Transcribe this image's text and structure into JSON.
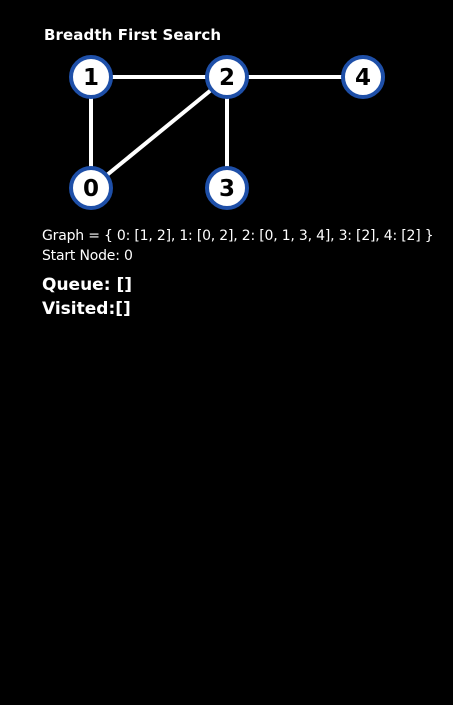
{
  "title": "Breadth First Search",
  "graph": {
    "nodes": [
      {
        "id": "0",
        "label": "0"
      },
      {
        "id": "1",
        "label": "1"
      },
      {
        "id": "2",
        "label": "2"
      },
      {
        "id": "3",
        "label": "3"
      },
      {
        "id": "4",
        "label": "4"
      }
    ],
    "edges": [
      [
        "1",
        "2"
      ],
      [
        "2",
        "4"
      ],
      [
        "1",
        "0"
      ],
      [
        "0",
        "2"
      ],
      [
        "2",
        "3"
      ]
    ],
    "colors": {
      "node_fill": "#ffffff",
      "node_ring": "#1e4fa8",
      "edge": "#ffffff",
      "label": "#000000"
    }
  },
  "info": {
    "graph_text": "Graph = { 0: [1, 2], 1: [0, 2], 2: [0, 1, 3, 4], 3: [2], 4: [2] }",
    "start_node": "Start Node: 0",
    "queue_label": "Queue:",
    "queue_value": "[]",
    "visited_label": "Visited:",
    "visited_value": "[]"
  }
}
